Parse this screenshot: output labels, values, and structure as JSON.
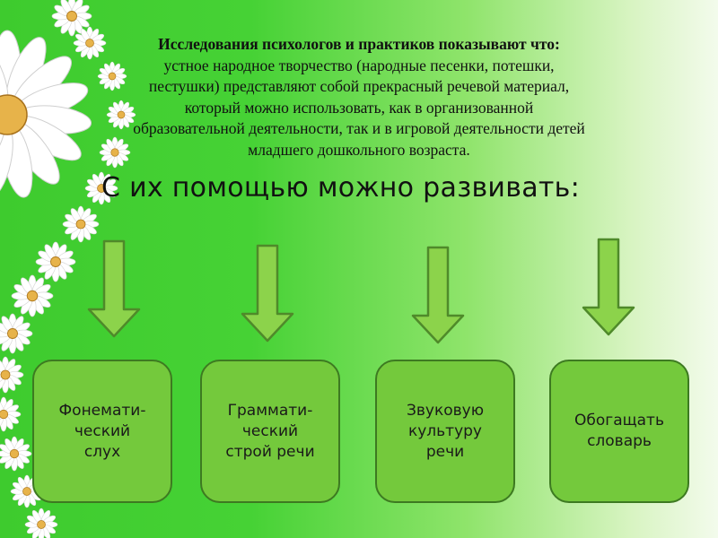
{
  "slide": {
    "intro_bold": "Исследования психологов и практиков показывают что:",
    "intro_lines": [
      "устное народное творчество (народные  песенки,  потешки,",
      "пестушки)  представляют   собой прекрасный речевой материал,",
      "который  можно  использовать, как в организованной",
      "образовательной деятельности, так и в игровой деятельности   детей",
      "младшего дошкольного  возраста."
    ],
    "headline": "С их помощью можно развивать:"
  },
  "boxes": [
    "Фонемати-\nческий\nслух",
    "Граммати-\nческий\nстрой речи",
    "Звуковую\nкультуру\nречи",
    "Обогащать\nсловарь"
  ],
  "colors": {
    "arrow_fill": "#8cd34b",
    "arrow_stroke": "#4f8a2a",
    "box_fill": "#74c93c",
    "box_border": "#3d7a21",
    "daisy_petal": "#ffffff",
    "daisy_center": "#e7b34a"
  }
}
